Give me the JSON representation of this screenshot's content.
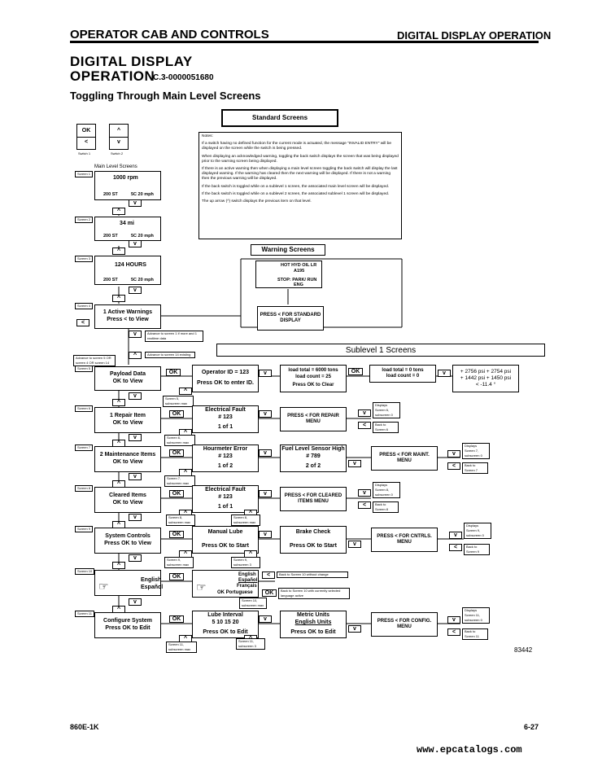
{
  "header": {
    "left": "OPERATOR CAB AND CONTROLS",
    "right": "DIGITAL DISPLAY OPERATION"
  },
  "title": {
    "line1": "DIGITAL  DISPLAY",
    "line2": "OPERATION",
    "code": "C.3-0000051680"
  },
  "subtitle": "Toggling Through Main Level Screens",
  "switches": {
    "ok": "OK",
    "back": "<",
    "up": "^",
    "down": "v",
    "sw1": "Switch 1",
    "sw2": "Switch 2"
  },
  "standard_screens": "Standard Screens",
  "main_level_screens": "Main Level Screens",
  "notes": {
    "title": "Notes:",
    "items": [
      "If a switch having no defined function for the current mode is actuated, the message \"INVALID ENTRY\" will be displayed on the screen while the switch is being pressed.",
      "When displaying an acknowledged warning, toggling the back switch displays the screen that was being displayed prior to the warning screen being displayed.",
      "If there is an active warning then when displaying a main level screen toggling the back switch will display the last displayed warning. If the warning has cleared then the next warning will be displayed. If there is not a warning then the previous warning will be displayed.",
      "If the back switch is toggled while on a sublevel 1 screen, the associated main level screen will be displayed.",
      "If the back switch is toggled while on a sublevel 2 screen, the associated sublevel 1 screen will be displayed.",
      "The up arrow (^) switch displays the previous item on that level."
    ]
  },
  "screens": [
    {
      "tag": "Screen 1",
      "line1": "1000 rpm",
      "b1": "200  ST",
      "b2": "5C   20 mph"
    },
    {
      "tag": "Screen 2",
      "line1": "34 mi",
      "b1": "200  ST",
      "b2": "5C   20 mph"
    },
    {
      "tag": "Screen 3",
      "line1": "124 HOURS",
      "b1": "200  ST",
      "b2": "5C   20 mph"
    },
    {
      "tag": "Screen 4",
      "line1": "1 Active Warnings",
      "line2": "Press < to View"
    }
  ],
  "warning": {
    "title": "Warning Screens",
    "l1": "HOT HYD OIL LR",
    "l2": "A195",
    "l3": "STOP: PARK/ RUN",
    "l4": "ENG",
    "press": "PRESS < FOR STANDARD DISPLAY"
  },
  "advance": {
    "a1": "Advance to screen 1 if more and 1 realtime data",
    "a2": "Advance to screen 14 existing",
    "a3": "Advance to screen 5 OR screen 4 OR screen 14"
  },
  "sublevel": "Sublevel 1 Screens",
  "rows": [
    {
      "tag": "Screen 5",
      "m1": "Payload Data",
      "m2": "OK to View",
      "s1a": "Operator ID = 123",
      "s1b": "Press OK to enter ID.",
      "s2a": "load total = 6000 tons",
      "s2b": "load count = 25",
      "s2c": "Press OK to Clear",
      "s3a": "load total = 0 tons",
      "s3b": "load count = 0",
      "s4a": "+ 2756 psi    + 2754 psi",
      "s4b": "+ 1442 psi    + 1450 psi",
      "s4c": "< -11.4 °",
      "n1": "Screen 5, subscreen max"
    },
    {
      "tag": "Screen 6",
      "m1": "1 Repair Item",
      "m2": "OK to View",
      "s1a": "Electrical Fault",
      "s1b": "# 123",
      "s1c": "1 of 1",
      "s2a": "PRESS < FOR REPAIR MENU",
      "r1": "Displays Screen 6, subscreen 0",
      "r2": "Back to Screen 6",
      "n1": "Screen 6, subscreen max"
    },
    {
      "tag": "Screen 7",
      "m1": "2 Maintenance Items",
      "m2": "OK to View",
      "s1a": "Hourmeter Error",
      "s1b": "# 123",
      "s1c": "1 of 2",
      "s2a": "Fuel Level Sensor High",
      "s2b": "# 789",
      "s2c": "2 of 2",
      "s3a": "PRESS < FOR MAINT. MENU",
      "r1": "Displays Screen 7, subscreen 0",
      "r2": "Back to Screen 7",
      "n1": "Screen 7, subscreen max"
    },
    {
      "tag": "Screen 8",
      "m1": "Cleared Items",
      "m2": "OK to View",
      "s1a": "Electrical Fault",
      "s1b": "# 123",
      "s1c": "1 of 1",
      "s2a": "PRESS < FOR CLEARED ITEMS MENU",
      "r1": "Displays Screen 8, subscreen 0",
      "r2": "Back to Screen 8",
      "n1": "Screen 8, subscreen max",
      "n2": "Screen 8, subscreen max"
    },
    {
      "tag": "Screen 9",
      "m1": "System Controls",
      "m2": "Press OK to View",
      "s1a": "Manual Lube",
      "s1b": "Press OK to Start",
      "s2a": "Brake Check",
      "s2b": "Press OK to Start",
      "s3a": "PRESS < FOR CNTRLS. MENU",
      "r1": "Displays Screen 9, subscreen 0",
      "r2": "Back to Screen 9",
      "n1": "Screen 9, subscreen max",
      "n2": "Screen 9, subscreen 3"
    },
    {
      "tag": "Screen 10",
      "m1": "English",
      "m2": "Español",
      "s1a": "English",
      "s1b": "Español",
      "s1c": "Français",
      "s1d": "OK  Portuguese",
      "r1": "Back to Screen 10 without change",
      "r2": "Back to Screen 10 with currently selected language active",
      "n1": "Screen 10, subscreen max"
    },
    {
      "tag": "Screen 11",
      "m1": "Configure System",
      "m2": "Press OK to Edit",
      "s1a": "Lube Interval",
      "s1b": "5  10  15  20",
      "s1c": "Press OK to Edit",
      "s2a": "Metric Units",
      "s2b": "English Units",
      "s2c": "Press OK to Edit",
      "s3a": "PRESS < FOR CONFIG. MENU",
      "r1": "Displays Screen 11, subscreen 0",
      "r2": "Back to Screen 11",
      "n1": "Screen 11, subscreen max",
      "n2": "Screen 11, subscreen 3"
    }
  ],
  "figure_no": "83442",
  "footer": {
    "left": "860E-1K",
    "right": "6-27"
  },
  "watermark": "www.epcatalogs.com"
}
